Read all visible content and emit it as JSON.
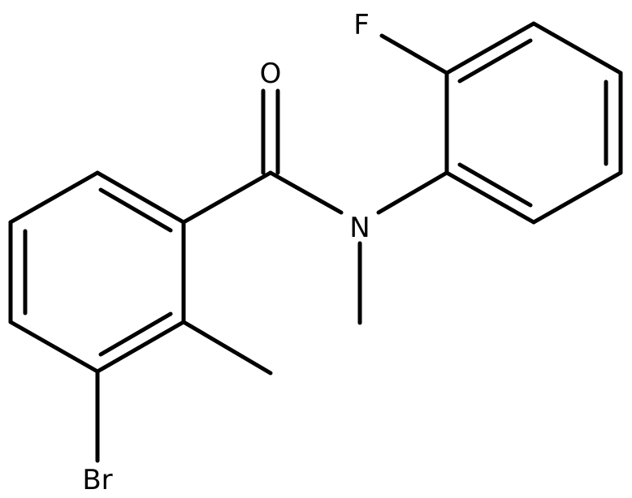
{
  "atoms": {
    "oxygen": "O",
    "nitrogen": "N",
    "fluorine": "F",
    "bromine": "Br"
  },
  "colors": {
    "bond": "#000000",
    "label": "#000000",
    "background": "#ffffff"
  }
}
